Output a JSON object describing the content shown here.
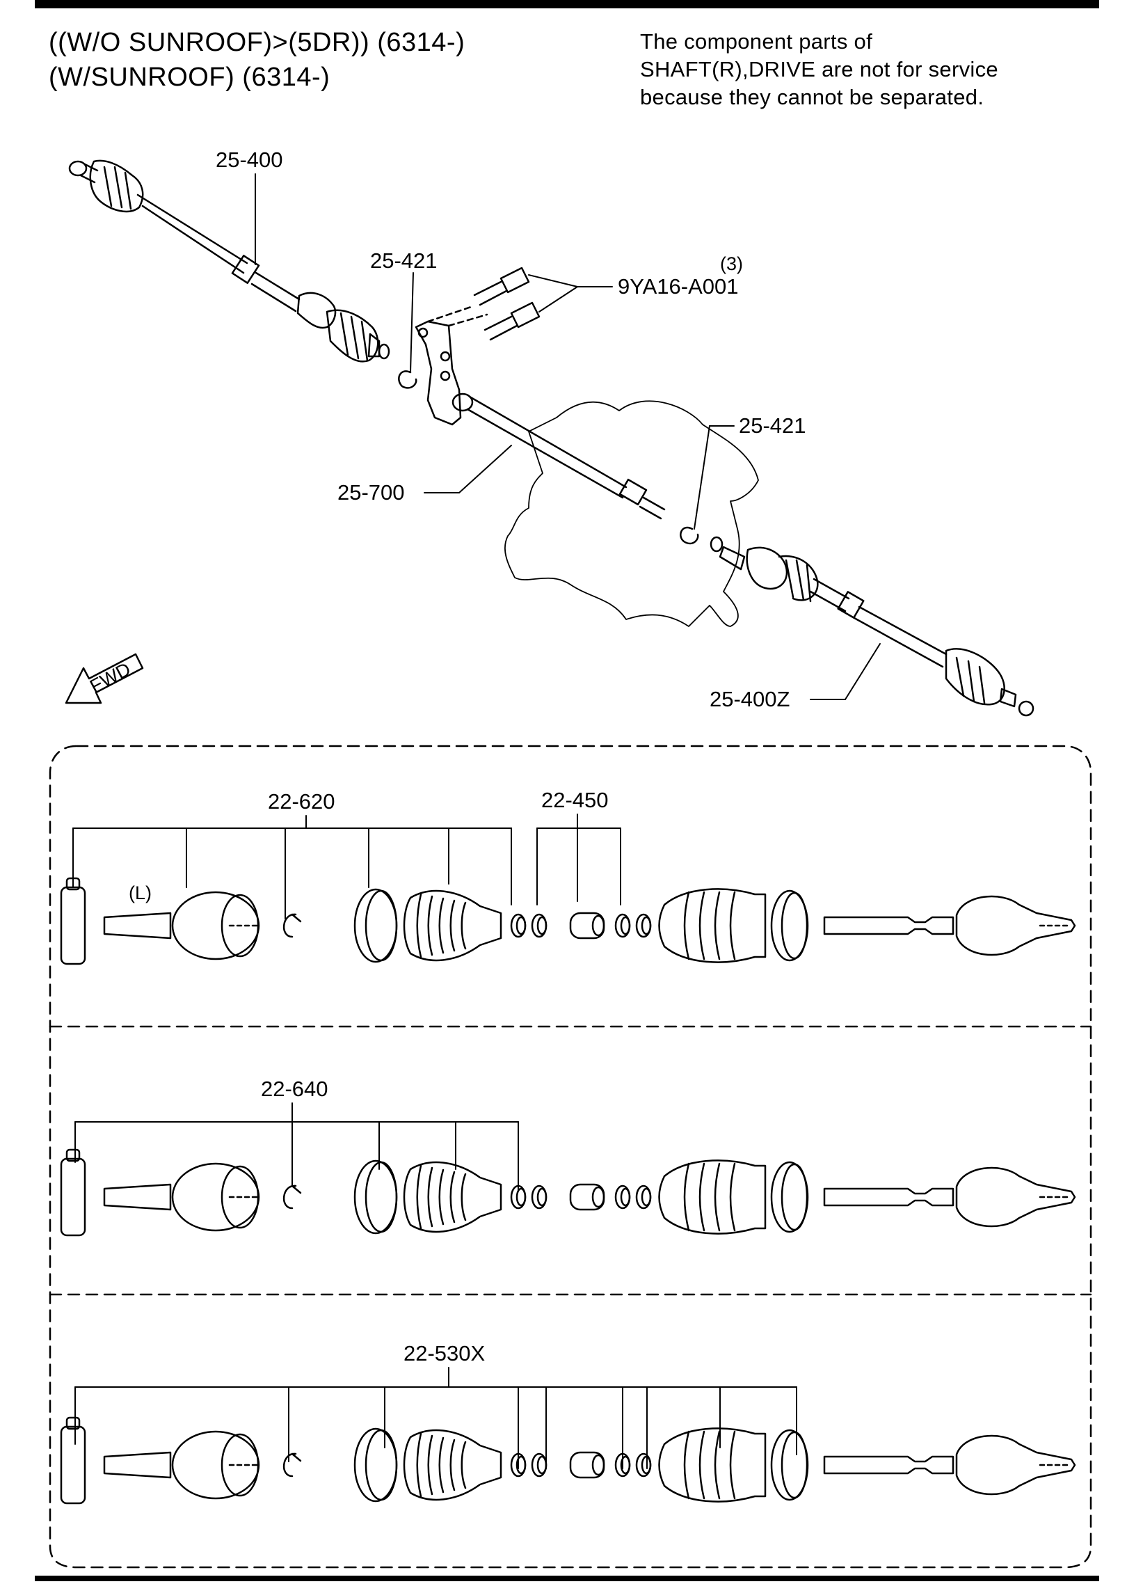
{
  "header": {
    "title_line1": "((W/O SUNROOF)>(5DR)) (6314-)",
    "title_line2": "(W/SUNROOF) (6314-)",
    "note_line1": "The component parts of",
    "note_line2": "SHAFT(R),DRIVE are not for service",
    "note_line3": "because they cannot be separated."
  },
  "callouts": {
    "shaft_left": "25-400",
    "clip_upper": "25-421",
    "bolts": "9YA16-A001",
    "bolts_qty": "(3)",
    "clip_lower": "25-421",
    "intermediate_shaft": "25-700",
    "shaft_right": "25-400Z",
    "fwd": "FWD"
  },
  "panels": [
    {
      "kit": "22-620",
      "kit2": "22-450",
      "side_note": "(L)"
    },
    {
      "kit": "22-640"
    },
    {
      "kit": "22-530X"
    }
  ]
}
